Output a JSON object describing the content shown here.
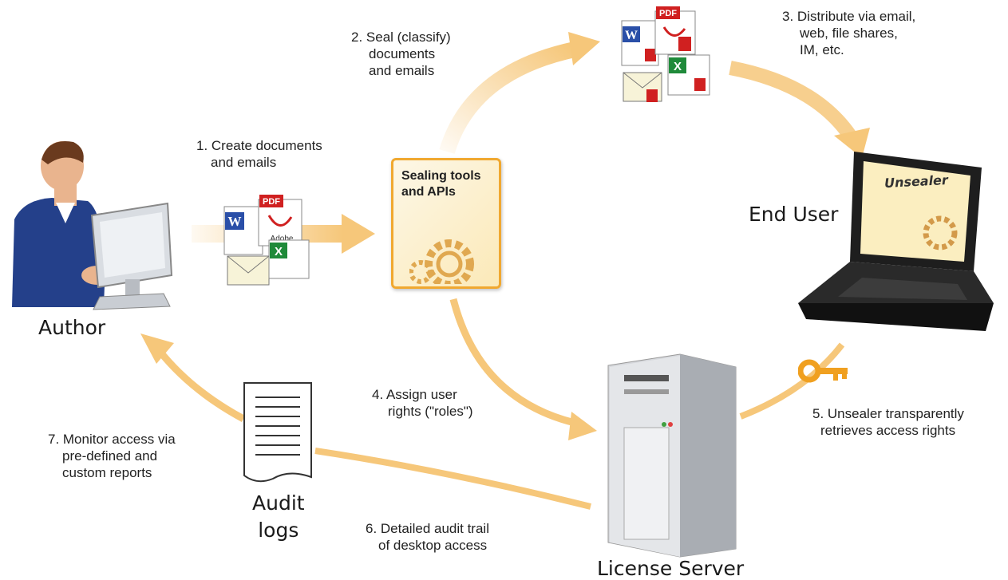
{
  "actors": {
    "author": "Author",
    "end_user": "End User",
    "license_server": "License Server",
    "audit_logs": [
      "Audit",
      "logs"
    ]
  },
  "sealing_box": {
    "title": [
      "Sealing tools",
      "and APIs"
    ]
  },
  "unsealer_screen": "Unsealer",
  "steps": {
    "s1": [
      "1. Create documents",
      "and emails"
    ],
    "s2": [
      "2. Seal (classify)",
      "documents",
      "and emails"
    ],
    "s3": [
      "3. Distribute via email,",
      "web, file shares,",
      "IM, etc."
    ],
    "s4": [
      "4. Assign user",
      "rights (\"roles\")"
    ],
    "s5": [
      "5. Unsealer transparently",
      "retrieves access rights"
    ],
    "s6": [
      "6. Detailed audit trail",
      "of desktop access"
    ],
    "s7": [
      "7. Monitor access via",
      "pre-defined and",
      "custom reports"
    ]
  },
  "doc_badges": {
    "pdf": "PDF",
    "word": "W",
    "excel": "X",
    "adobe": "Adobe"
  },
  "colors": {
    "arrow": "#f6c77a",
    "box_border": "#f0a830",
    "key": "#f0a020"
  },
  "icons": [
    "author-person-icon",
    "computer-monitor-icon",
    "pdf-document-icon",
    "word-document-icon",
    "excel-document-icon",
    "email-envelope-icon",
    "gear-icon",
    "laptop-icon",
    "key-icon",
    "server-tower-icon",
    "audit-log-document-icon",
    "arrow-icon"
  ]
}
